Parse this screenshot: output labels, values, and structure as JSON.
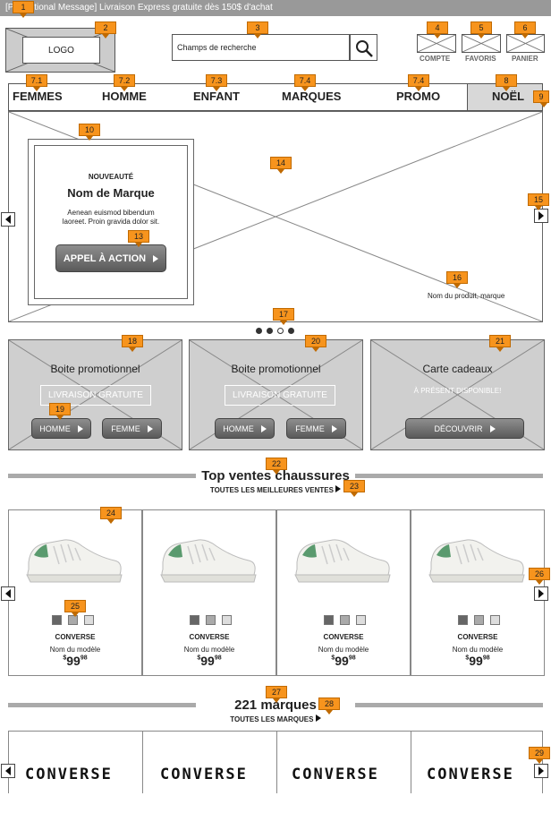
{
  "promo_banner": {
    "text": "[Promotional Message] Livraison Express gratuite dès 150$ d'achat"
  },
  "header": {
    "logo": "LOGO",
    "search_placeholder": "Champs de recherche",
    "account_label": "COMPTE",
    "favorites_label": "FAVORIS",
    "cart_label": "PANIER"
  },
  "nav": {
    "items": [
      {
        "label": "FEMMES",
        "marker": "7.1"
      },
      {
        "label": "HOMME",
        "marker": "7.2"
      },
      {
        "label": "ENFANT",
        "marker": "7.3"
      },
      {
        "label": "MARQUES",
        "marker": "7.4"
      },
      {
        "label": "PROMO",
        "marker": "7.4"
      },
      {
        "label": "NOËL",
        "marker": "8"
      }
    ]
  },
  "hero": {
    "eyebrow": "NOUVEAUTÉ",
    "brand": "Nom de Marque",
    "description": "Aenean euismod bibendum laoreet. Proin gravida dolor sit.",
    "cta_label": "APPEL À ACTION",
    "product_caption": "Nom du produit, marque",
    "dots": [
      true,
      true,
      false,
      true
    ]
  },
  "promos": [
    {
      "title": "Boite promotionnel",
      "badge": "LIVRAISON GRATUITE",
      "buttons": [
        "HOMME",
        "FEMME"
      ]
    },
    {
      "title": "Boite promotionnel",
      "badge": "LIVRAISON GRATUITE",
      "buttons": [
        "HOMME",
        "FEMME"
      ]
    },
    {
      "title": "Carte cadeaux",
      "subtitle": "À PRÉSENT DISPONIBLE!",
      "button": "DÉCOUVRIR"
    }
  ],
  "top_sales": {
    "title": "Top ventes chaussures",
    "link": "TOUTES LES MEILLEURES VENTES",
    "products": [
      {
        "brand": "CONVERSE",
        "model": "Nom du modèle",
        "currency": "$",
        "price": "99",
        "cents": "98"
      },
      {
        "brand": "CONVERSE",
        "model": "Nom du modèle",
        "currency": "$",
        "price": "99",
        "cents": "98"
      },
      {
        "brand": "CONVERSE",
        "model": "Nom du modèle",
        "currency": "$",
        "price": "99",
        "cents": "98"
      },
      {
        "brand": "CONVERSE",
        "model": "Nom du modèle",
        "currency": "$",
        "price": "99",
        "cents": "98"
      }
    ]
  },
  "brands": {
    "title": "221 marques",
    "link": "TOUTES LES MARQUES",
    "logos": [
      "CONVERSE",
      "CONVERSE",
      "CONVERSE",
      "CONVERSE"
    ]
  },
  "markers": [
    "1",
    "2",
    "3",
    "4",
    "5",
    "6",
    "9",
    "10",
    "13",
    "14",
    "15",
    "16",
    "17",
    "18",
    "19",
    "20",
    "21",
    "22",
    "23",
    "24",
    "25",
    "26",
    "27",
    "28",
    "29"
  ],
  "colors": {
    "marker": "#f7941d",
    "placeholder_gray": "#cfcfcf",
    "shoe_accent": "#5a9a6e"
  }
}
